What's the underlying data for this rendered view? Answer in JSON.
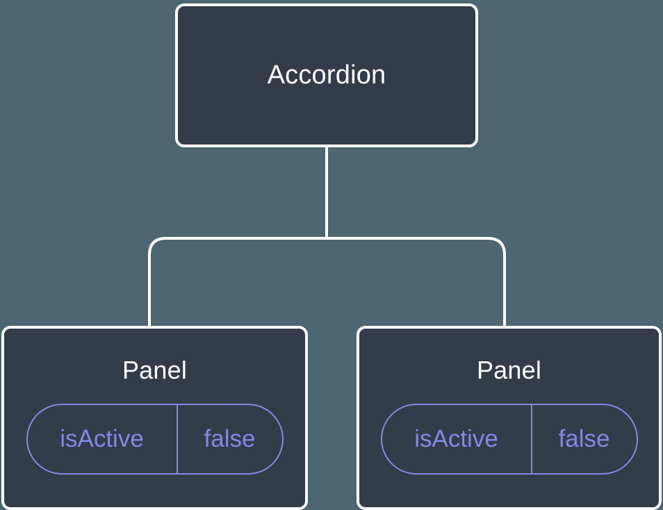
{
  "theme": {
    "background_color": "#4d6671",
    "node_fill_color": "#343b49",
    "node_border_color": "#ffffff",
    "edge_color": "#ffffff",
    "prop_accent_color": "#8289e5",
    "title_text_color": "#ffffff"
  },
  "tree": {
    "root": {
      "title": "Accordion"
    },
    "children": [
      {
        "title": "Panel",
        "props": [
          {
            "key": "isActive",
            "value": "false"
          }
        ]
      },
      {
        "title": "Panel",
        "props": [
          {
            "key": "isActive",
            "value": "false"
          }
        ]
      }
    ]
  }
}
